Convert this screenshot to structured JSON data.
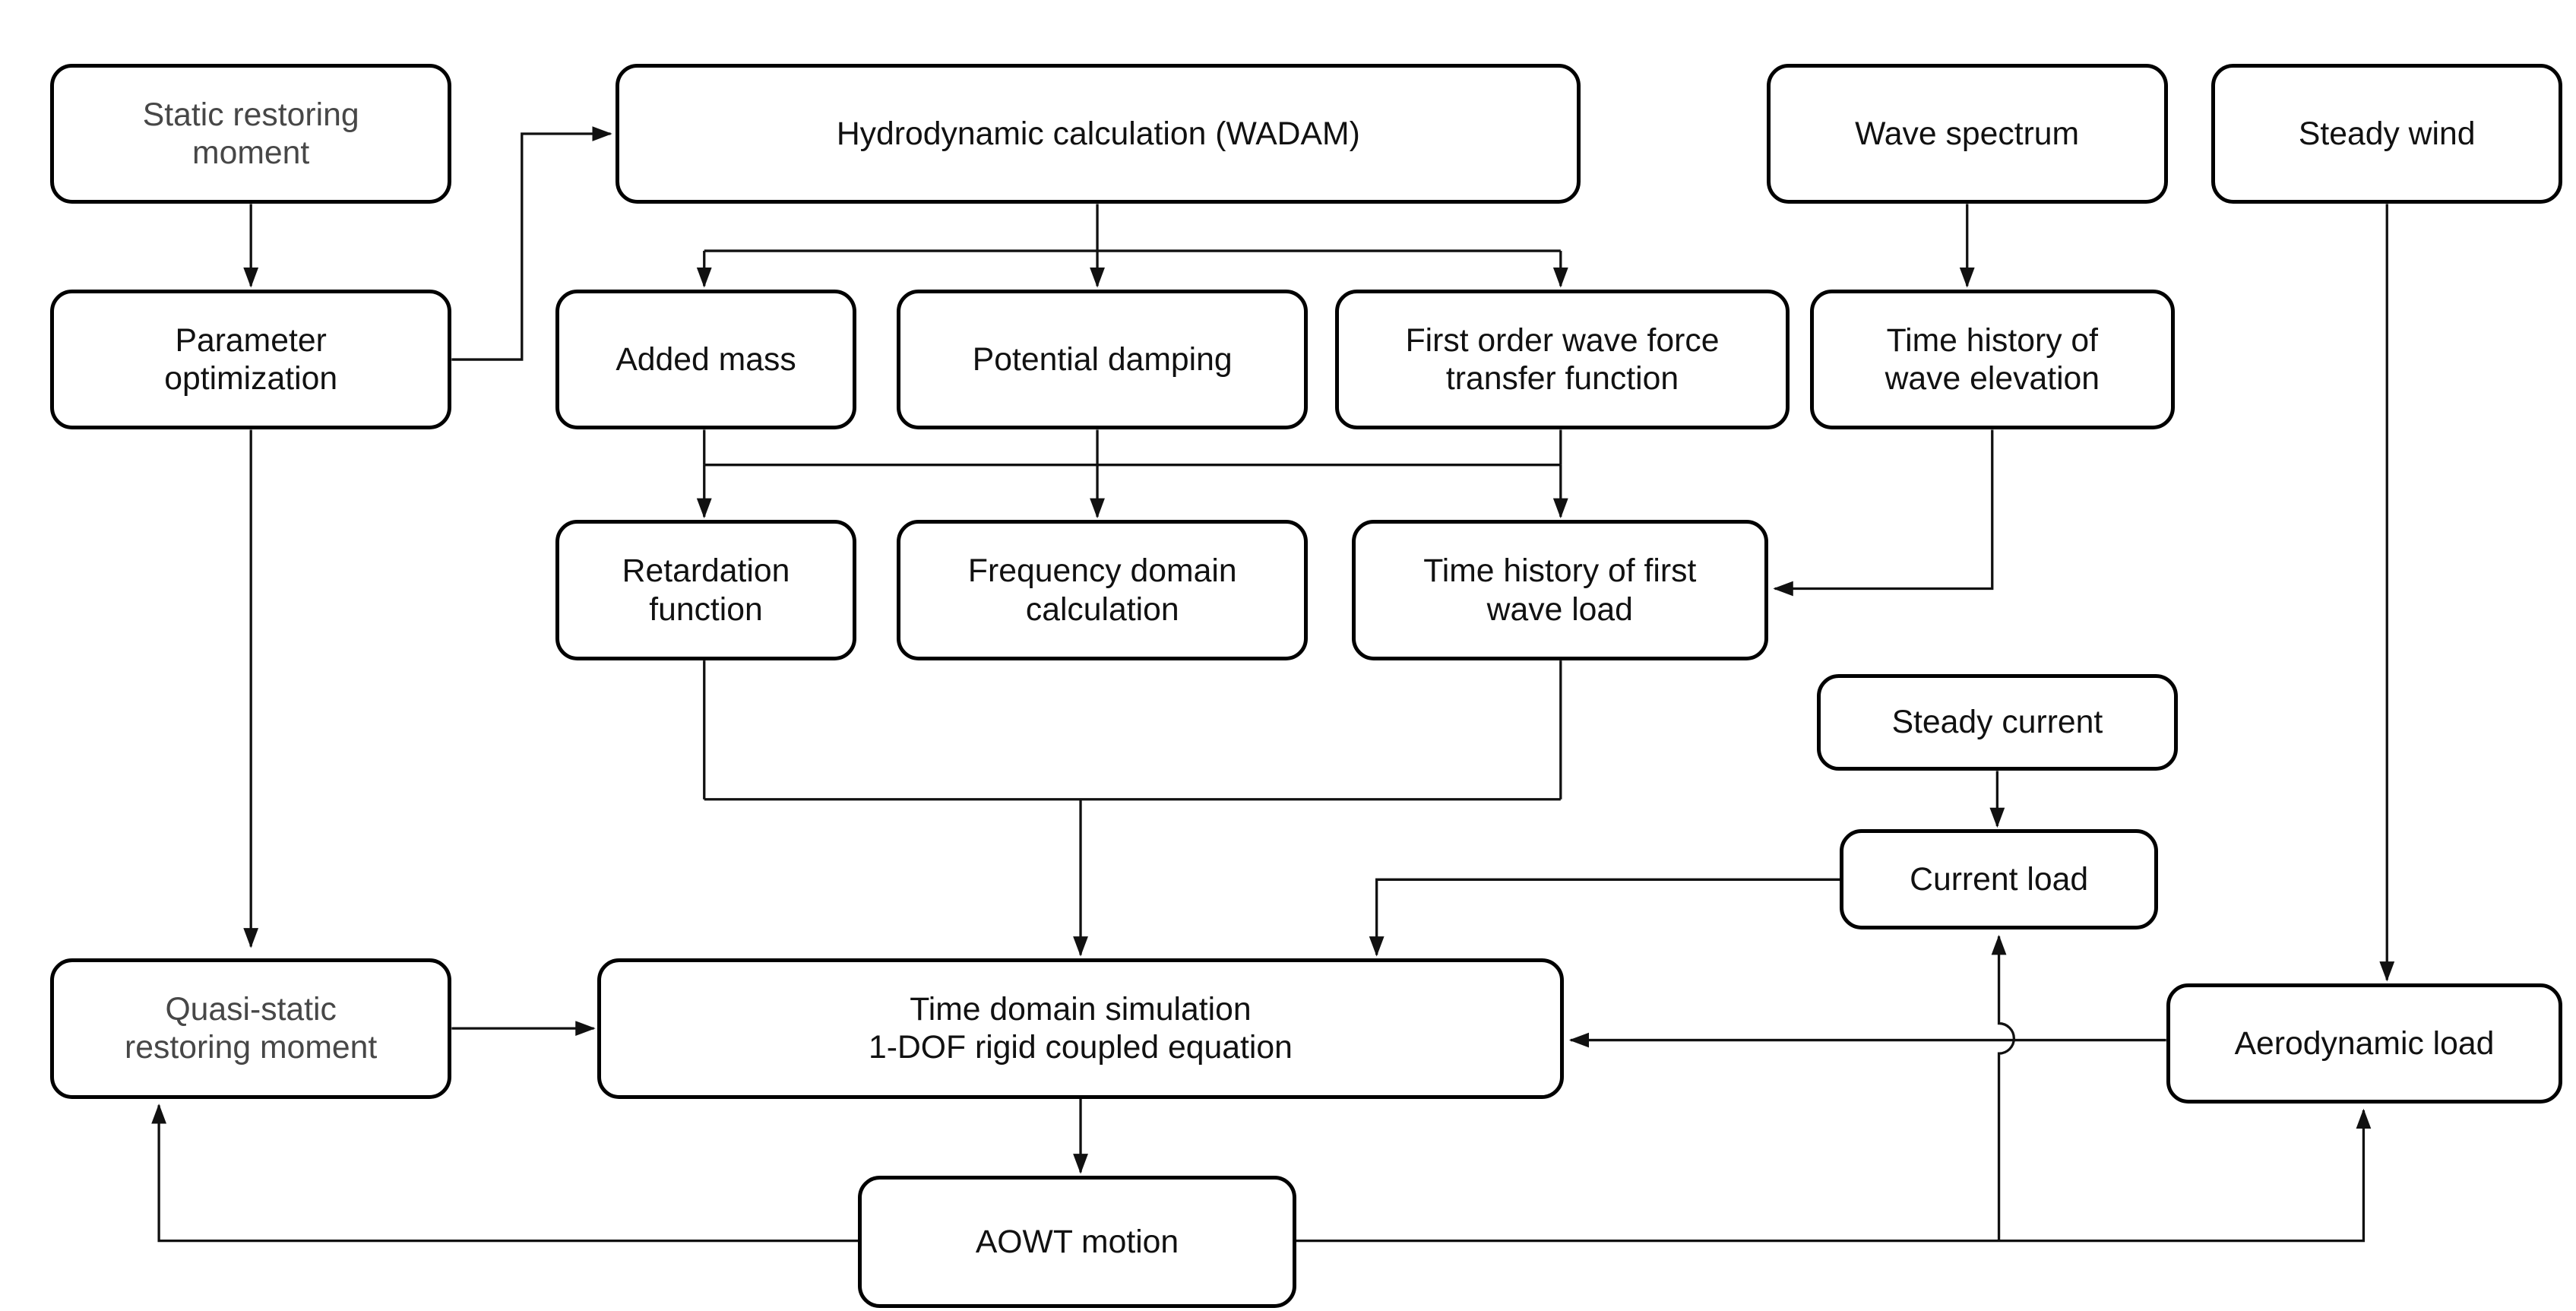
{
  "style": {
    "background": "#ffffff",
    "box_fill": "#ffffff",
    "box_border": "#000000",
    "line_color": "#111111",
    "text_color": "#111111",
    "muted_text_color": "#474747"
  },
  "nodes": {
    "static_restoring": {
      "label": "Static restoring\nmoment"
    },
    "hydro_calc": {
      "label": "Hydrodynamic calculation (WADAM)"
    },
    "wave_spectrum": {
      "label": "Wave spectrum"
    },
    "steady_wind": {
      "label": "Steady wind"
    },
    "param_opt": {
      "label": "Parameter\noptimization"
    },
    "added_mass": {
      "label": "Added mass"
    },
    "potential_damping": {
      "label": "Potential damping"
    },
    "first_order_tf": {
      "label": "First order wave force\ntransfer function"
    },
    "wave_elev_history": {
      "label": "Time history of\nwave elevation"
    },
    "retardation": {
      "label": "Retardation\nfunction"
    },
    "freq_domain": {
      "label": "Frequency domain\ncalculation"
    },
    "first_wave_load_history": {
      "label": "Time history of first\nwave load"
    },
    "steady_current": {
      "label": "Steady current"
    },
    "current_load": {
      "label": "Current load"
    },
    "quasi_static": {
      "label": "Quasi-static\nrestoring moment"
    },
    "time_domain_sim": {
      "label": "Time domain simulation\n1-DOF rigid coupled equation"
    },
    "aero_load": {
      "label": "Aerodynamic load"
    },
    "aowt_motion": {
      "label": "AOWT motion"
    }
  },
  "edges": [
    {
      "from": "static_restoring",
      "to": "param_opt"
    },
    {
      "from": "param_opt",
      "to": "hydro_calc"
    },
    {
      "from": "hydro_calc",
      "to": "added_mass"
    },
    {
      "from": "hydro_calc",
      "to": "potential_damping"
    },
    {
      "from": "hydro_calc",
      "to": "first_order_tf"
    },
    {
      "from": "wave_spectrum",
      "to": "wave_elev_history"
    },
    {
      "from": "steady_wind",
      "to": "aero_load"
    },
    {
      "from": "added_mass",
      "to": "retardation"
    },
    {
      "from": "potential_damping",
      "to": "freq_domain"
    },
    {
      "from": "first_order_tf",
      "to": "first_wave_load_history"
    },
    {
      "from": "wave_elev_history",
      "to": "first_wave_load_history"
    },
    {
      "from": "retardation",
      "to": "time_domain_sim"
    },
    {
      "from": "first_wave_load_history",
      "to": "time_domain_sim"
    },
    {
      "from": "steady_current",
      "to": "current_load"
    },
    {
      "from": "current_load",
      "to": "time_domain_sim"
    },
    {
      "from": "param_opt",
      "to": "quasi_static"
    },
    {
      "from": "quasi_static",
      "to": "time_domain_sim"
    },
    {
      "from": "aero_load",
      "to": "time_domain_sim"
    },
    {
      "from": "time_domain_sim",
      "to": "aowt_motion"
    },
    {
      "from": "aowt_motion",
      "to": "quasi_static"
    },
    {
      "from": "aowt_motion",
      "to": "current_load"
    },
    {
      "from": "aowt_motion",
      "to": "aero_load"
    }
  ]
}
